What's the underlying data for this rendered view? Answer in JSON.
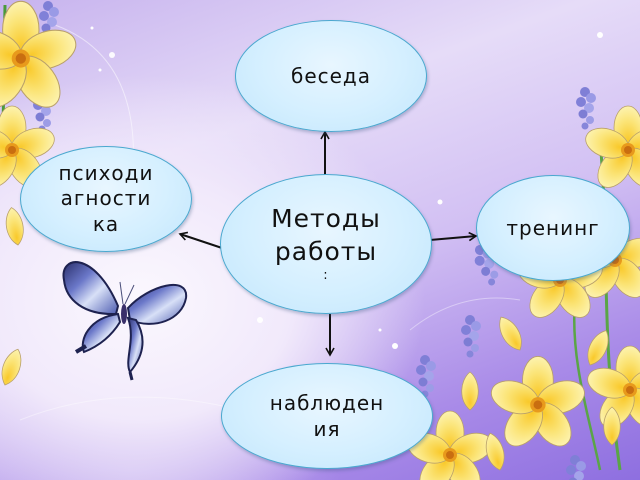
{
  "diagram": {
    "center": {
      "line1": "Методы",
      "line2": "работы",
      "suffix": ":"
    },
    "nodes": {
      "top": "беседа",
      "left": {
        "line1": "психоди",
        "line2": "агности",
        "line3": "ка"
      },
      "right": "тренинг",
      "bottom": {
        "line1": "наблюден",
        "line2": "ия"
      }
    },
    "edges": [
      {
        "from": "center",
        "to": "top"
      },
      {
        "from": "center",
        "to": "left"
      },
      {
        "from": "center",
        "to": "right"
      },
      {
        "from": "center",
        "to": "bottom"
      }
    ]
  },
  "colors": {
    "node_fill": "#d4efff",
    "node_border": "#4aa8cf",
    "arrow": "#111111",
    "background": "#c7b3ee"
  },
  "decorations": [
    "yellow-flowers",
    "lavender-sprigs",
    "blue-butterfly",
    "sparkles"
  ]
}
